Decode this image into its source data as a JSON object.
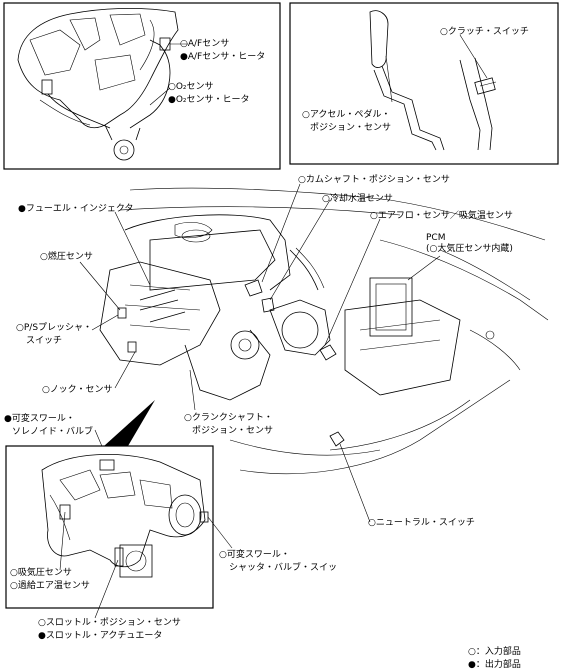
{
  "labels": {
    "af_sensor": "○A/Fセンサ",
    "af_heater": "●A/Fセンサ・ヒータ",
    "o2_sensor": "○O₂センサ",
    "o2_heater": "●O₂センサ・ヒータ",
    "clutch_switch": "○クラッチ・スイッチ",
    "accel_pos_1": "○アクセル・ペダル・",
    "accel_pos_2": "ポジション・センサ",
    "cam_pos": "○カムシャフト・ポジション・センサ",
    "coolant_temp": "○冷却水温センサ",
    "fuel_injector": "●フューエル・インジェクタ",
    "airflow": "○エアフロ・センサ／吸気温センサ",
    "pcm_1": "PCM",
    "pcm_2": "(○大気圧センサ内蔵)",
    "fuel_pressure": "○燃圧センサ",
    "ps_switch_1": "○P/Sプレッシャ・",
    "ps_switch_2": "スイッチ",
    "knock": "○ノック・センサ",
    "swirl_sol_1": "●可変スワール・",
    "swirl_sol_2": "ソレノイド・バルブ",
    "crank_1": "○クランクシャフト・",
    "crank_2": "ポジション・センサ",
    "neutral": "○ニュートラル・スイッチ",
    "swirl_valve_1": "○可変スワール・",
    "swirl_valve_2": "シャッタ・バルブ・スイッ",
    "map_sensor": "○吸気圧センサ",
    "boost_temp": "○過給エア温センサ",
    "throttle_pos": "○スロットル・ポジション・センサ",
    "throttle_act": "●スロットル・アクチュエータ",
    "legend_input": "○：入力部品",
    "legend_output": "●：出力部品"
  }
}
